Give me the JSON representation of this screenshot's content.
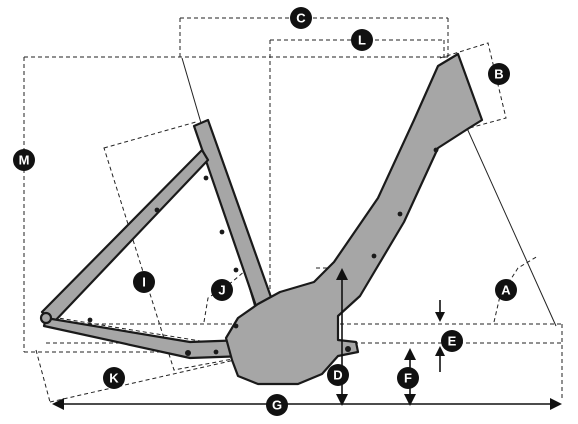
{
  "diagram": {
    "labels": [
      "A",
      "B",
      "C",
      "D",
      "E",
      "F",
      "G",
      "I",
      "J",
      "K",
      "L",
      "M"
    ]
  }
}
